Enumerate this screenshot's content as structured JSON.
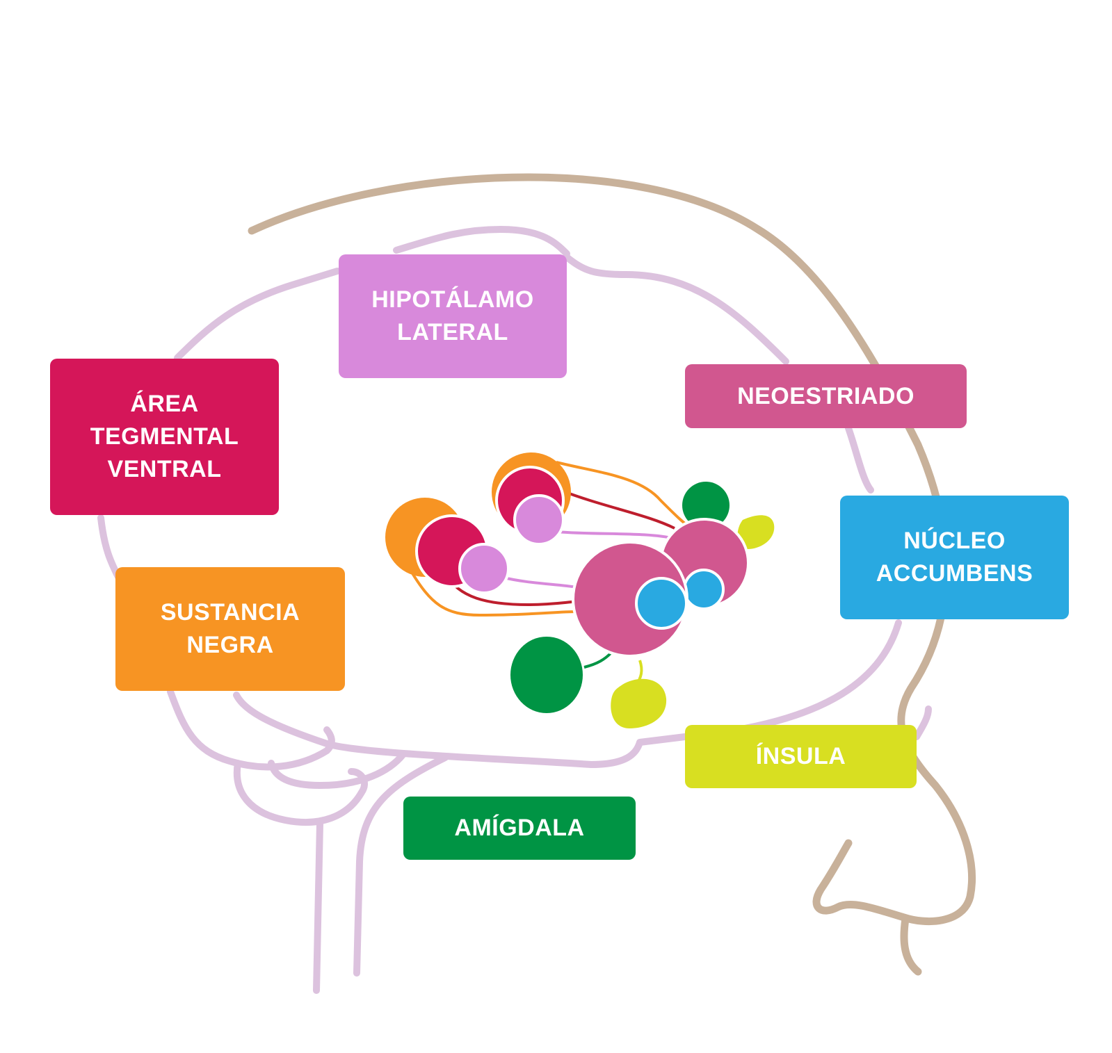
{
  "colors": {
    "head_outline": "#c8b19a",
    "brain_outline": "#dcc2de",
    "hipotalamo": "#d889db",
    "area_tegmental": "#d51659",
    "neoestriado": "#d1578f",
    "nucleo_accumbens": "#29a9e1",
    "sustancia_negra": "#f79423",
    "insula": "#d8df21",
    "amigdala": "#009444"
  },
  "labels": {
    "hipotalamo": "HIPOTÁLAMO\nLATERAL",
    "area_tegmental": "ÁREA\nTEGMENTAL\nVENTRAL",
    "neoestriado": "NEOESTRIADO",
    "nucleo_accumbens": "NÚCLEO\nACCUMBENS",
    "sustancia_negra": "SUSTANCIA\nNEGRA",
    "insula": "ÍNSULA",
    "amigdala": "AMÍGDALA"
  }
}
